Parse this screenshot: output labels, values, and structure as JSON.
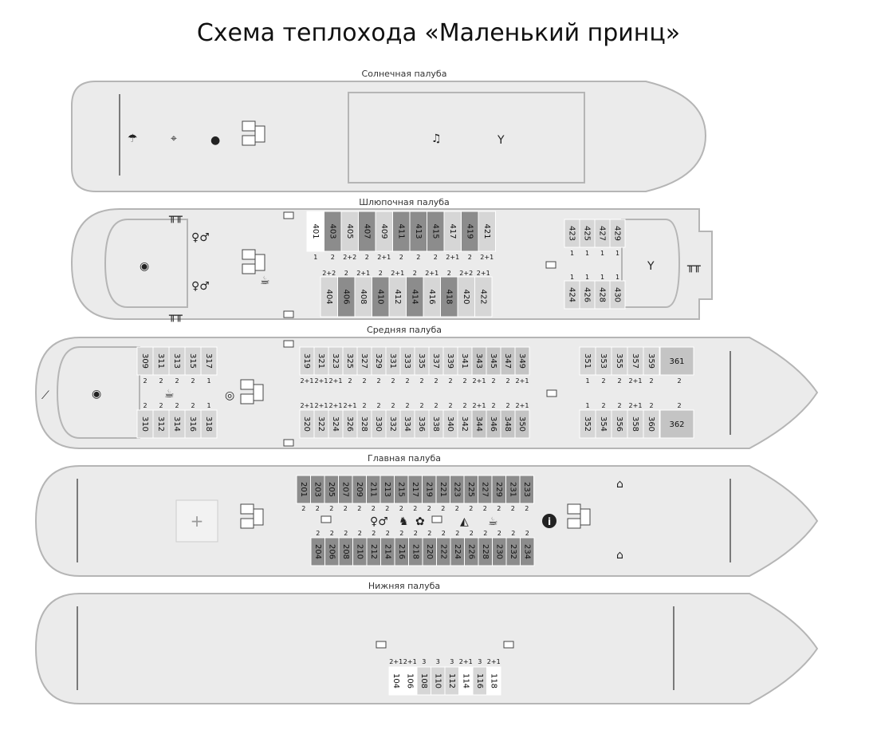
{
  "title": "Схема теплохода «Маленький принц»",
  "colors": {
    "hull_fill": "#ebebeb",
    "hull_stroke": "#b5b5b5",
    "cabin_white": "#ffffff",
    "cabin_light": "#d6d6d6",
    "cabin_mid": "#c4c4c4",
    "cabin_dark": "#8c8c8c",
    "cabin_darker": "#707070",
    "text": "#111111"
  },
  "decks": {
    "sun": {
      "label": "Солнечная палуба",
      "icons": [
        "umbrella-icon",
        "telescope-icon",
        "games-icon",
        "stairs-icon",
        "music-icon",
        "cocktail-icon"
      ]
    },
    "boat": {
      "label": "Шлюпочная палуба",
      "top_cabins": [
        {
          "num": "401",
          "cap": "1",
          "shade": "white"
        },
        {
          "num": "403",
          "cap": "2",
          "shade": "dark"
        },
        {
          "num": "405",
          "cap": "2+2",
          "shade": "light"
        },
        {
          "num": "407",
          "cap": "2",
          "shade": "dark"
        },
        {
          "num": "409",
          "cap": "2+1",
          "shade": "light"
        },
        {
          "num": "411",
          "cap": "2",
          "shade": "dark"
        },
        {
          "num": "413",
          "cap": "2",
          "shade": "dark"
        },
        {
          "num": "415",
          "cap": "2",
          "shade": "dark"
        },
        {
          "num": "417",
          "cap": "2+1",
          "shade": "light"
        },
        {
          "num": "419",
          "cap": "2",
          "shade": "dark"
        },
        {
          "num": "421",
          "cap": "2+1",
          "shade": "light"
        }
      ],
      "bottom_cabins": [
        {
          "num": "404",
          "cap": "2+2",
          "shade": "light"
        },
        {
          "num": "406",
          "cap": "2",
          "shade": "dark"
        },
        {
          "num": "408",
          "cap": "2+1",
          "shade": "light"
        },
        {
          "num": "410",
          "cap": "2",
          "shade": "dark"
        },
        {
          "num": "412",
          "cap": "2+1",
          "shade": "light"
        },
        {
          "num": "414",
          "cap": "2",
          "shade": "dark"
        },
        {
          "num": "416",
          "cap": "2+1",
          "shade": "light"
        },
        {
          "num": "418",
          "cap": "2",
          "shade": "dark"
        },
        {
          "num": "420",
          "cap": "2+2",
          "shade": "light"
        },
        {
          "num": "422",
          "cap": "2+1",
          "shade": "light"
        }
      ],
      "fore_top": [
        {
          "num": "423",
          "cap": "1"
        },
        {
          "num": "425",
          "cap": "1"
        },
        {
          "num": "427",
          "cap": "1"
        },
        {
          "num": "429",
          "cap": "1"
        }
      ],
      "fore_bottom": [
        {
          "num": "424",
          "cap": "1"
        },
        {
          "num": "426",
          "cap": "1"
        },
        {
          "num": "428",
          "cap": "1"
        },
        {
          "num": "430",
          "cap": "1"
        }
      ]
    },
    "middle": {
      "label": "Средняя палуба",
      "aft_top": [
        {
          "num": "309",
          "cap": "2"
        },
        {
          "num": "311",
          "cap": "2"
        },
        {
          "num": "313",
          "cap": "2"
        },
        {
          "num": "315",
          "cap": "2"
        },
        {
          "num": "317",
          "cap": "1"
        }
      ],
      "aft_bottom": [
        {
          "num": "310",
          "cap": "2"
        },
        {
          "num": "312",
          "cap": "2"
        },
        {
          "num": "314",
          "cap": "2"
        },
        {
          "num": "316",
          "cap": "2"
        },
        {
          "num": "318",
          "cap": "1"
        }
      ],
      "mid_top": [
        {
          "num": "319",
          "cap": "2+1",
          "shade": "light"
        },
        {
          "num": "321",
          "cap": "2+1",
          "shade": "light"
        },
        {
          "num": "323",
          "cap": "2+1",
          "shade": "light"
        },
        {
          "num": "325",
          "cap": "2",
          "shade": "light"
        },
        {
          "num": "327",
          "cap": "2",
          "shade": "light"
        },
        {
          "num": "329",
          "cap": "2",
          "shade": "light"
        },
        {
          "num": "331",
          "cap": "2",
          "shade": "light"
        },
        {
          "num": "333",
          "cap": "2",
          "shade": "light"
        },
        {
          "num": "335",
          "cap": "2",
          "shade": "light"
        },
        {
          "num": "337",
          "cap": "2",
          "shade": "light"
        },
        {
          "num": "339",
          "cap": "2",
          "shade": "light"
        },
        {
          "num": "341",
          "cap": "2",
          "shade": "light"
        },
        {
          "num": "343",
          "cap": "2+1",
          "shade": "mid"
        },
        {
          "num": "345",
          "cap": "2",
          "shade": "mid"
        },
        {
          "num": "347",
          "cap": "2",
          "shade": "mid"
        },
        {
          "num": "349",
          "cap": "2+1",
          "shade": "mid"
        }
      ],
      "mid_bottom": [
        {
          "num": "320",
          "cap": "2+1",
          "shade": "light"
        },
        {
          "num": "322",
          "cap": "2+1",
          "shade": "light"
        },
        {
          "num": "324",
          "cap": "2+1",
          "shade": "light"
        },
        {
          "num": "326",
          "cap": "2+1",
          "shade": "light"
        },
        {
          "num": "328",
          "cap": "2",
          "shade": "light"
        },
        {
          "num": "330",
          "cap": "2",
          "shade": "light"
        },
        {
          "num": "332",
          "cap": "2",
          "shade": "light"
        },
        {
          "num": "334",
          "cap": "2",
          "shade": "light"
        },
        {
          "num": "336",
          "cap": "2",
          "shade": "light"
        },
        {
          "num": "338",
          "cap": "2",
          "shade": "light"
        },
        {
          "num": "340",
          "cap": "2",
          "shade": "light"
        },
        {
          "num": "342",
          "cap": "2",
          "shade": "light"
        },
        {
          "num": "344",
          "cap": "2+1",
          "shade": "mid"
        },
        {
          "num": "346",
          "cap": "2",
          "shade": "mid"
        },
        {
          "num": "348",
          "cap": "2",
          "shade": "mid"
        },
        {
          "num": "350",
          "cap": "2+1",
          "shade": "mid"
        }
      ],
      "fore_top": [
        {
          "num": "351",
          "cap": "1"
        },
        {
          "num": "353",
          "cap": "2"
        },
        {
          "num": "355",
          "cap": "2"
        },
        {
          "num": "357",
          "cap": "2+1"
        },
        {
          "num": "359",
          "cap": "2"
        }
      ],
      "fore_bottom": [
        {
          "num": "352",
          "cap": "1"
        },
        {
          "num": "354",
          "cap": "2"
        },
        {
          "num": "356",
          "cap": "2"
        },
        {
          "num": "358",
          "cap": "2+1"
        },
        {
          "num": "360",
          "cap": "2"
        }
      ],
      "suite_top": {
        "num": "361",
        "cap": "2"
      },
      "suite_bottom": {
        "num": "362",
        "cap": "2"
      }
    },
    "main": {
      "label": "Главная палуба",
      "top_cabins": [
        "201",
        "203",
        "205",
        "207",
        "209",
        "211",
        "213",
        "215",
        "217",
        "219",
        "221",
        "223",
        "225",
        "227",
        "229",
        "231",
        "233"
      ],
      "bottom_cabins": [
        "204",
        "206",
        "208",
        "210",
        "212",
        "214",
        "216",
        "218",
        "220",
        "222",
        "224",
        "226",
        "228",
        "230",
        "232",
        "234"
      ],
      "top_caps": [
        "2",
        "2",
        "2",
        "2",
        "2",
        "2",
        "2",
        "2",
        "2",
        "2",
        "2",
        "2",
        "2",
        "2",
        "2",
        "2",
        "2"
      ],
      "bottom_caps": [
        "2",
        "2",
        "2",
        "2",
        "2",
        "2",
        "2",
        "2",
        "2",
        "2",
        "2",
        "2",
        "2",
        "2",
        "2",
        "2"
      ],
      "medical": "+",
      "info": "i"
    },
    "lower": {
      "label": "Нижняя палуба",
      "cabins": [
        {
          "num": "104",
          "cap": "2+1",
          "shade": "white"
        },
        {
          "num": "106",
          "cap": "2+1",
          "shade": "white"
        },
        {
          "num": "108",
          "cap": "3",
          "shade": "light"
        },
        {
          "num": "110",
          "cap": "3",
          "shade": "light"
        },
        {
          "num": "112",
          "cap": "3",
          "shade": "light"
        },
        {
          "num": "114",
          "cap": "2+1",
          "shade": "white"
        },
        {
          "num": "116",
          "cap": "3",
          "shade": "light"
        },
        {
          "num": "118",
          "cap": "2+1",
          "shade": "white"
        }
      ]
    }
  }
}
